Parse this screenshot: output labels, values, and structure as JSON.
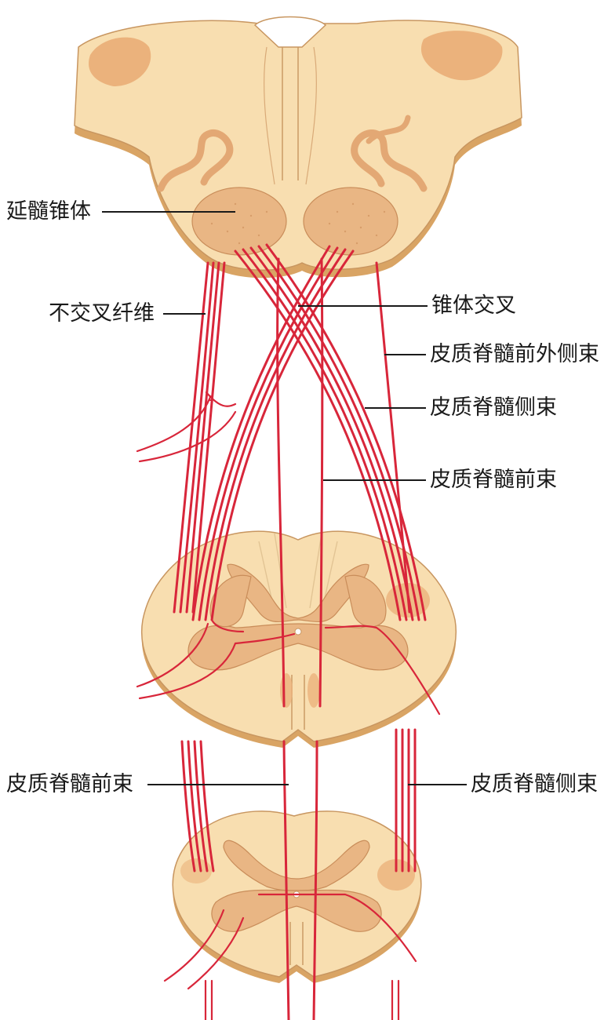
{
  "labels": {
    "medullary_pyramid": "延髓锥体",
    "uncrossed_fibers": "不交叉纤维",
    "pyramidal_decussation": "锥体交叉",
    "anterolateral_tract": "皮质脊髓前外侧束",
    "lateral_tract_upper": "皮质脊髓侧束",
    "anterior_tract_upper": "皮质脊髓前束",
    "anterior_tract_lower": "皮质脊髓前束",
    "lateral_tract_lower": "皮质脊髓侧束"
  },
  "colors": {
    "fiber": "#d8263a",
    "tissue": "#f8deb0",
    "gray_matter": "#e9b684",
    "edge": "#d9a464",
    "label_text": "#1a1a1a"
  }
}
